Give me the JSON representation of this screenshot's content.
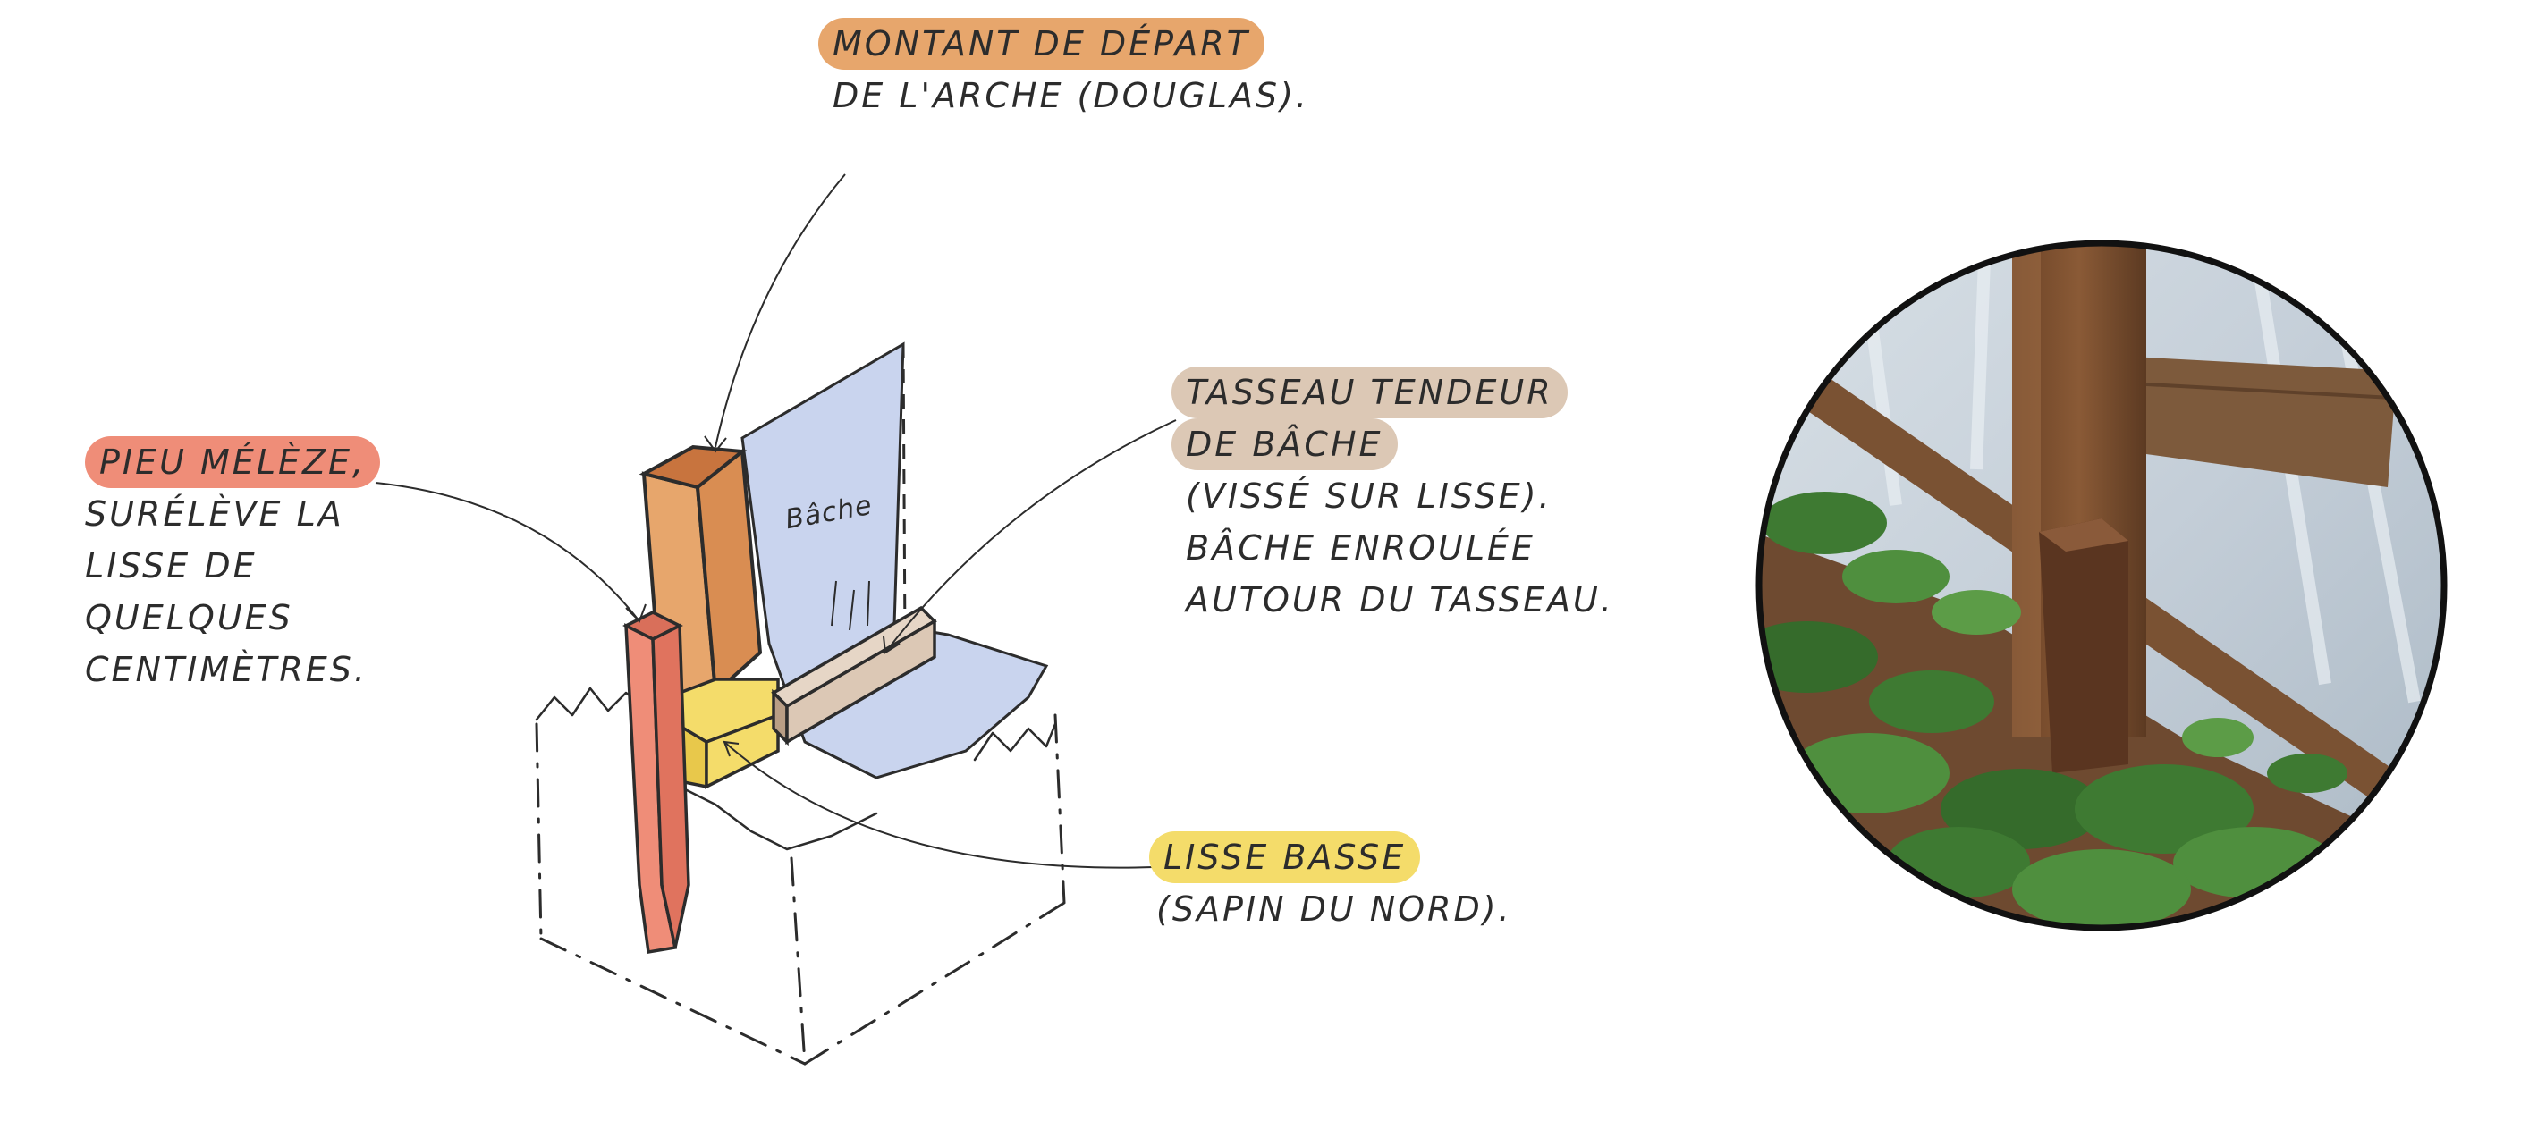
{
  "labels": {
    "montant": {
      "line1": "MONTANT DE DÉPART",
      "line2": "DE L'ARCHE (DOUGLAS)."
    },
    "pieu": {
      "line1": "PIEU MÉLÈZE,",
      "line2": "SURÉLÈVE LA",
      "line3": "LISSE DE",
      "line4": "QUELQUES",
      "line5": "CENTIMÈTRES."
    },
    "tasseau": {
      "line1": "TASSEAU TENDEUR",
      "line2": "DE BÂCHE",
      "line3": "(VISSÉ SUR LISSE).",
      "line4": "BÂCHE ENROULÉE",
      "line5": "AUTOUR DU TASSEAU."
    },
    "lisse": {
      "line1": "LISSE BASSE",
      "line2": "(SAPIN DU NORD)."
    },
    "bache": "Bâche"
  },
  "colors": {
    "montant": "#e7a66c",
    "pieu": "#ef8d78",
    "tasseau": "#dcc8b5",
    "lisse": "#f4dc6a",
    "bache": "#c9d4ee",
    "ink": "#2c2c2c"
  }
}
